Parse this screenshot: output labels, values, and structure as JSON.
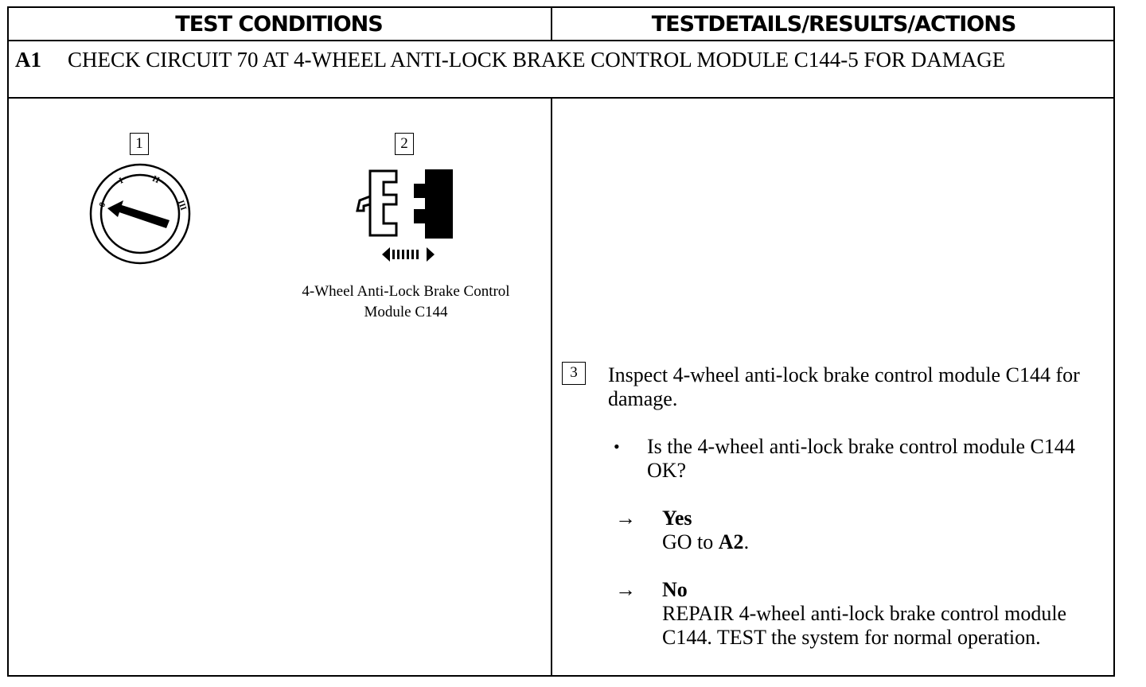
{
  "header": {
    "left": "TEST CONDITIONS",
    "right": "TESTDETAILS/RESULTS/ACTIONS"
  },
  "step": {
    "id": "A1",
    "title": "CHECK CIRCUIT 70 AT 4-WHEEL ANTI-LOCK BRAKE CONTROL MODULE C144-5 FOR DAMAGE"
  },
  "conditions": {
    "step1_number": "1",
    "step2_number": "2",
    "ignition_labels": [
      "0",
      "I",
      "II",
      "III"
    ],
    "connector_caption_line1": "4-Wheel Anti-Lock Brake Control",
    "connector_caption_line2": "Module C144"
  },
  "details": {
    "step3_number": "3",
    "instruction": "Inspect 4-wheel anti-lock brake control module C144 for damage.",
    "bullet": "•",
    "question": "Is the 4-wheel anti-lock brake control module C144 OK?",
    "arrow": "→",
    "yes_label": "Yes",
    "yes_action_prefix": "GO to ",
    "yes_action_target": "A2",
    "yes_action_suffix": ".",
    "no_label": "No",
    "no_action": "REPAIR 4-wheel anti-lock brake control module C144. TEST the system for normal operation."
  }
}
